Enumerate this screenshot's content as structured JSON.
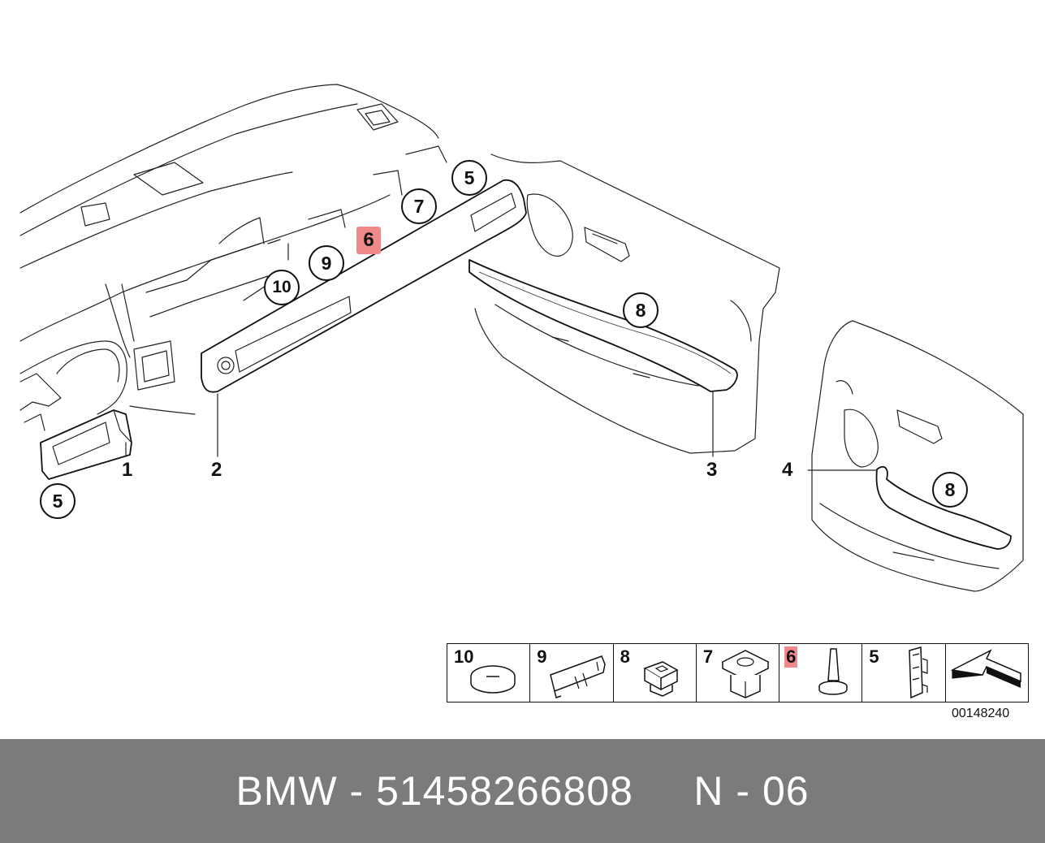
{
  "highlight_color": "#f08a8a",
  "callouts": {
    "c5_dash": "5",
    "c7": "7",
    "c6": "6",
    "c9": "9",
    "c10": "10",
    "c8_door": "8",
    "c5_left": "5",
    "c8_rear": "8"
  },
  "part_numbers": {
    "p1": "1",
    "p2": "2",
    "p3": "3",
    "p4": "4"
  },
  "legend": {
    "items": [
      {
        "num": "10",
        "icon": "oval-plug-icon"
      },
      {
        "num": "9",
        "icon": "bracket-clip-icon"
      },
      {
        "num": "8",
        "icon": "square-clip-nut-icon"
      },
      {
        "num": "7",
        "icon": "expanding-clip-icon"
      },
      {
        "num": "6",
        "icon": "pin-rivet-icon",
        "highlighted": true
      },
      {
        "num": "5",
        "icon": "spring-clip-icon"
      },
      {
        "num": "",
        "icon": "direction-arrow-icon"
      }
    ]
  },
  "ref_code": "00148240",
  "footer": {
    "text": "BMW - 51458266808     N - 06"
  }
}
